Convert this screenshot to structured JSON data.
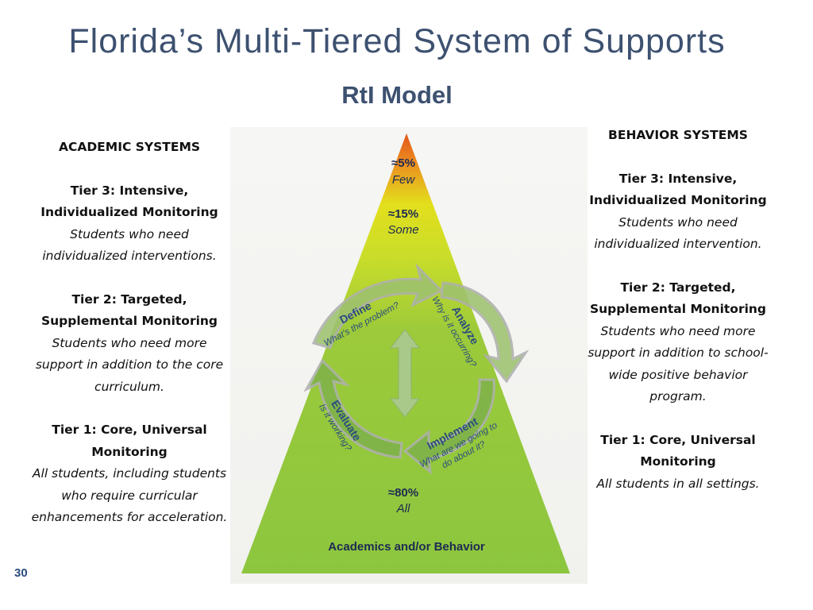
{
  "slide": {
    "title": "Florida’s Multi-Tiered System of Supports",
    "subtitle": "RtI Model",
    "page_number": "30"
  },
  "academic": {
    "heading": "ACADEMIC SYSTEMS",
    "tier3_title_a": "Tier 3: Intensive,",
    "tier3_title_b": "Individualized Monitoring",
    "tier3_desc_a": "Students who need",
    "tier3_desc_b": "individualized interventions.",
    "tier2_title_a": "Tier 2: Targeted,",
    "tier2_title_b": "Supplemental Monitoring",
    "tier2_desc_a": "Students who need more",
    "tier2_desc_b": "support in addition to the core",
    "tier2_desc_c": "curriculum.",
    "tier1_title_a": "Tier 1: Core, Universal",
    "tier1_title_b": "Monitoring",
    "tier1_desc_a": "All students, including students",
    "tier1_desc_b": "who require curricular",
    "tier1_desc_c": "enhancements for acceleration."
  },
  "behavior": {
    "heading": "BEHAVIOR SYSTEMS",
    "tier3_title_a": "Tier 3: Intensive,",
    "tier3_title_b": "Individualized Monitoring",
    "tier3_desc_a": "Students who need",
    "tier3_desc_b": "individualized intervention.",
    "tier2_title_a": "Tier 2: Targeted,",
    "tier2_title_b": "Supplemental Monitoring",
    "tier2_desc_a": "Students who need more",
    "tier2_desc_b": "support in addition to school-",
    "tier2_desc_c": "wide positive behavior",
    "tier2_desc_d": "program.",
    "tier1_title_a": "Tier 1: Core, Universal",
    "tier1_title_b": "Monitoring",
    "tier1_desc": "All students in all settings."
  },
  "pyramid": {
    "tier3_pct": "≈5%",
    "tier3_label": "Few",
    "tier2_pct": "≈15%",
    "tier2_label": "Some",
    "tier1_pct": "≈80%",
    "tier1_label": "All",
    "base_label": "Academics and/or Behavior",
    "cycle": {
      "define": "Define",
      "define_q": "What’s the problem?",
      "analyze": "Analyze",
      "analyze_q": "Why is it occurring?",
      "implement": "Implement",
      "implement_q1": "What are we going to",
      "implement_q2": "do about it?",
      "evaluate": "Evaluate",
      "evaluate_q": "Is it working?"
    },
    "colors": {
      "top": "#e4541a",
      "yellow": "#dfe21a",
      "green": "#8cc63f",
      "dark_green": "#6ea92c",
      "arrow_gray": "#aeb0ad"
    }
  }
}
